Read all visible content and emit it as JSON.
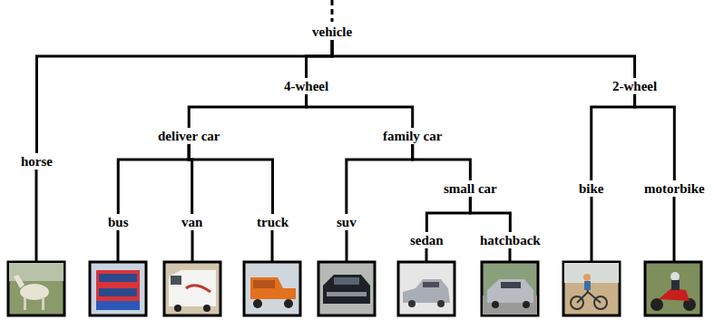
{
  "diagram": {
    "nodes": [
      {
        "text": [
          "vehicle"
        ]
      },
      {
        "text": [
          "4-wheel"
        ]
      },
      {
        "text": [
          "2-wheel"
        ]
      },
      {
        "text": [
          "deliver car"
        ]
      },
      {
        "text": [
          "family car"
        ]
      },
      {
        "text": [
          "horse"
        ]
      },
      {
        "text": [
          "small car"
        ]
      },
      {
        "text": [
          "bike"
        ]
      },
      {
        "text": [
          "motorbike"
        ]
      },
      {
        "text": [
          "bus"
        ]
      },
      {
        "text": [
          "van"
        ]
      },
      {
        "text": [
          "truck"
        ]
      },
      {
        "text": [
          "suv"
        ]
      },
      {
        "text": [
          "sedan"
        ]
      },
      {
        "text": [
          "hatchback"
        ]
      }
    ],
    "edges": [
      {
        "from": 0,
        "to": 5,
        "arrow": "none"
      },
      {
        "from": 0,
        "to": 1,
        "arrow": "none"
      },
      {
        "from": 0,
        "to": 2,
        "arrow": "none"
      },
      {
        "from": 1,
        "to": 3,
        "arrow": "none"
      },
      {
        "from": 1,
        "to": 4,
        "arrow": "none"
      },
      {
        "from": 3,
        "to": 9,
        "arrow": "none"
      },
      {
        "from": 3,
        "to": 10,
        "arrow": "none"
      },
      {
        "from": 3,
        "to": 11,
        "arrow": "none"
      },
      {
        "from": 4,
        "to": 12,
        "arrow": "none"
      },
      {
        "from": 4,
        "to": 6,
        "arrow": "none"
      },
      {
        "from": 6,
        "to": 13,
        "arrow": "none"
      },
      {
        "from": 6,
        "to": 14,
        "arrow": "none"
      },
      {
        "from": 2,
        "to": 7,
        "arrow": "none"
      },
      {
        "from": 2,
        "to": 8,
        "arrow": "none"
      }
    ]
  }
}
